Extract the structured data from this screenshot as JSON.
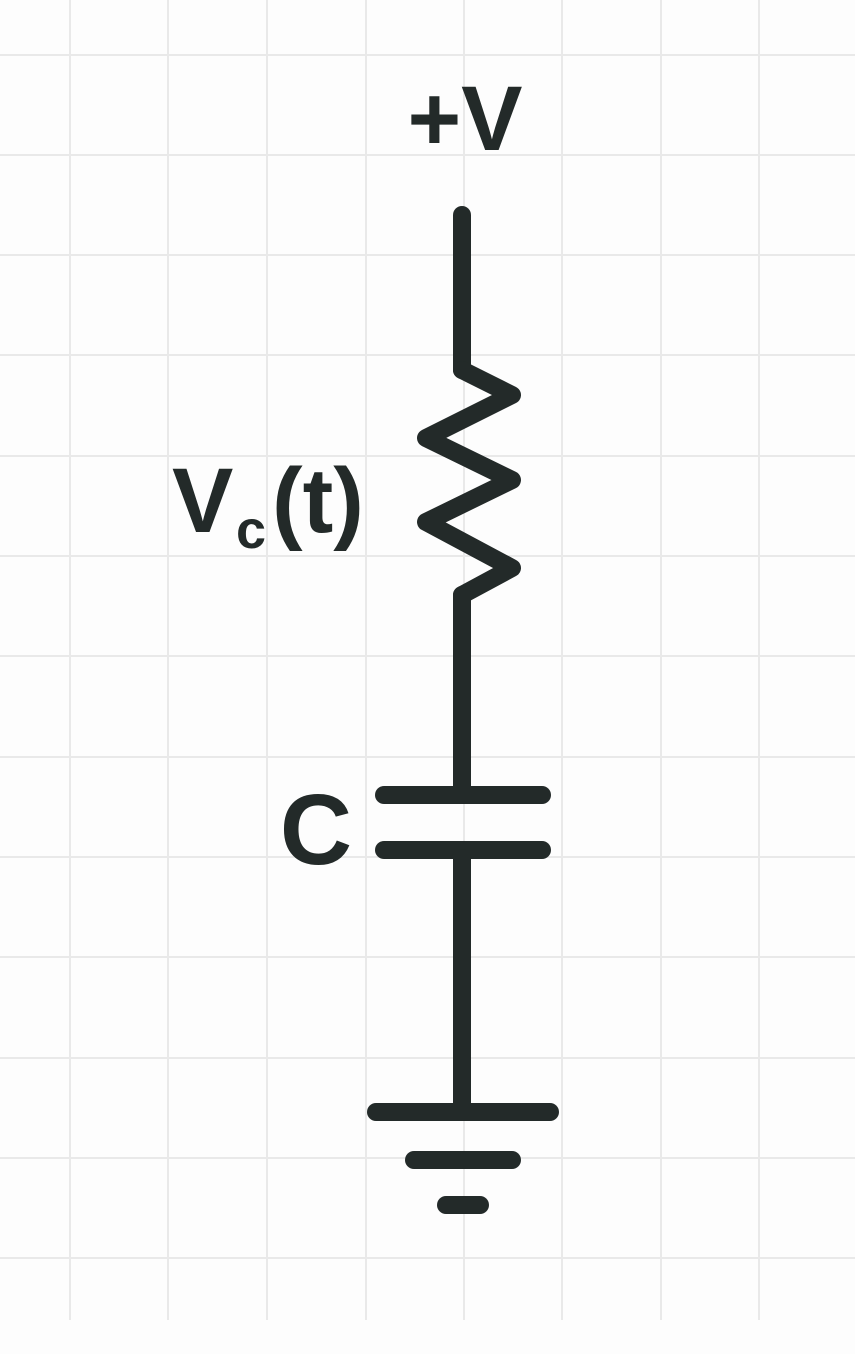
{
  "diagram": {
    "supply": {
      "label": "+V"
    },
    "resistor": {
      "label_main": "V",
      "label_sub": "c",
      "label_arg": "(t)"
    },
    "capacitor": {
      "label": "C"
    },
    "ground": {},
    "colors": {
      "ink": "#232a29",
      "grid": "#e9e9e9",
      "background": "#fdfdfd"
    }
  }
}
